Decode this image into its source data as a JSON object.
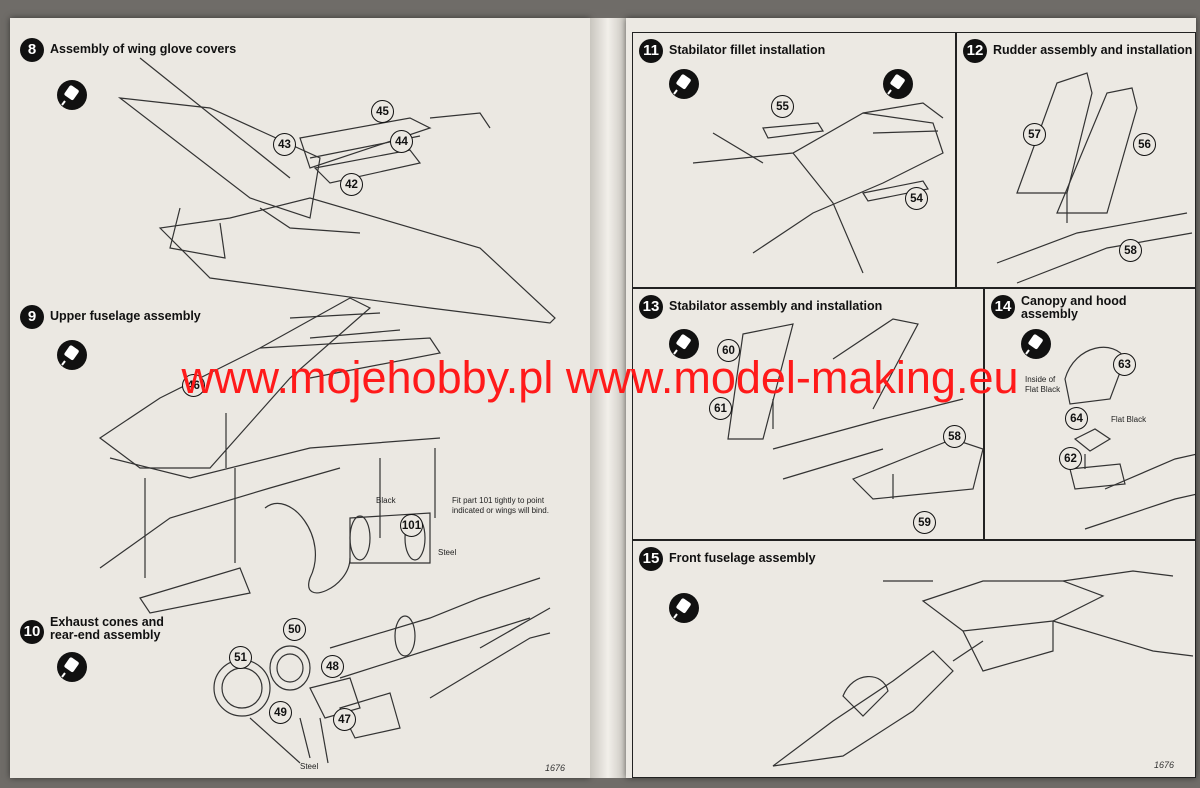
{
  "watermark": "www.mojehobby.pl www.model-making.eu",
  "left_page": {
    "page_number": "1676",
    "steps": [
      {
        "number": "8",
        "title": "Assembly of wing glove covers",
        "parts": [
          "43",
          "45",
          "44",
          "42"
        ]
      },
      {
        "number": "9",
        "title": "Upper fuselage assembly",
        "parts": [
          "46",
          "101"
        ],
        "note": "Fit part 101 tightly to point indicated or wings will bind.",
        "labels": {
          "black": "Black",
          "steel": "Steel"
        }
      },
      {
        "number": "10",
        "title_line1": "Exhaust cones and",
        "title_line2": "rear-end assembly",
        "parts": [
          "50",
          "51",
          "48",
          "49",
          "47"
        ],
        "labels": {
          "steel": "Steel"
        }
      }
    ]
  },
  "right_page": {
    "page_number": "1676",
    "steps": [
      {
        "number": "11",
        "title": "Stabilator fillet installation",
        "parts": [
          "55",
          "54"
        ]
      },
      {
        "number": "12",
        "title": "Rudder assembly and installation",
        "parts": [
          "57",
          "56",
          "58"
        ]
      },
      {
        "number": "13",
        "title": "Stabilator assembly and installation",
        "parts": [
          "60",
          "61",
          "58",
          "59"
        ]
      },
      {
        "number": "14",
        "title_line1": "Canopy and hood",
        "title_line2": "assembly",
        "parts": [
          "63",
          "64",
          "62"
        ],
        "labels": {
          "inside": "Inside of",
          "flat_black_1": "Flat Black",
          "flat_black_2": "Flat Black"
        }
      },
      {
        "number": "15",
        "title": "Front fuselage assembly"
      }
    ]
  },
  "icons": [
    "glue-tube-icon"
  ],
  "colors": {
    "watermark": "#ff1a1a",
    "paper": "#ebe8e2",
    "ink": "#111111"
  }
}
